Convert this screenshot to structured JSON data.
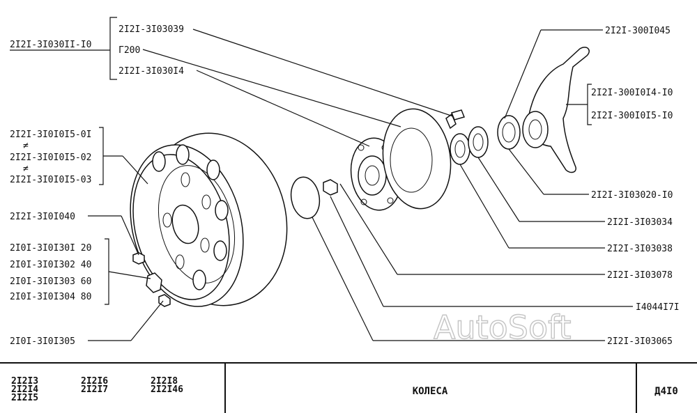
{
  "parts": {
    "assembly": "2I2I-3I030II-I0",
    "bolt": "2I2I-3I03039",
    "qty": "Г200",
    "disc": "2I2I-3I030I4",
    "knuckle": "2I2I-300I045",
    "arm_l": "2I2I-300I0I4-I0",
    "arm_r": "2I2I-300I0I5-I0",
    "seal": "2I2I-3I03020-I0",
    "bearing_outer": "2I2I-3I03034",
    "bearing_inner": "2I2I-3I03038",
    "hub": "2I2I-3I03078",
    "nut_hub": "I4044I7I",
    "cap": "2I2I-3I03065",
    "wheel_a": "2I2I-3I0I0I5-0I",
    "wheel_b": "2I2I-3I0I0I5-02",
    "wheel_c": "2I2I-3I0I0I5-03",
    "ne_sign": "≠",
    "wheel_nut": "2I2I-3I0I040",
    "valve_a": "2I0I-3I0I30I 20",
    "valve_b": "2I0I-3I0I302 40",
    "valve_c": "2I0I-3I0I303 60",
    "valve_d": "2I0I-3I0I304 80",
    "valve_cap": "2I0I-3I0I305"
  },
  "watermark": "AutoSoft",
  "footer": {
    "models_col1": [
      "2I2I3",
      "2I2I4",
      "2I2I5"
    ],
    "models_col2": [
      "2I2I6",
      "2I2I7"
    ],
    "models_col3": [
      "2I2I8",
      "2I2I46"
    ],
    "title": "КОЛЕСА",
    "code": "Д4I0"
  }
}
